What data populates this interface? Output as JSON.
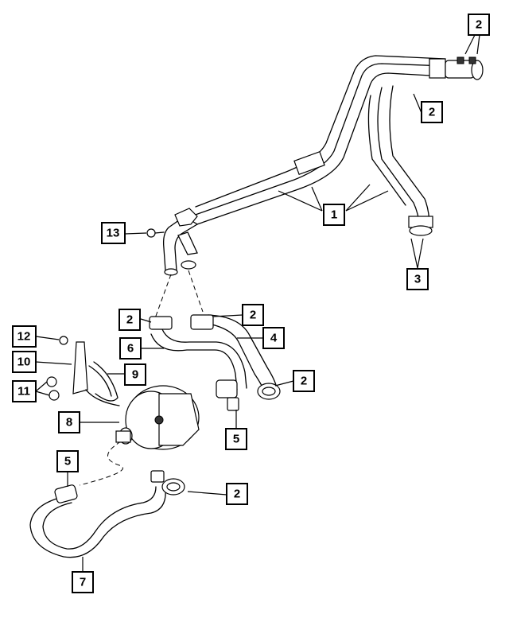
{
  "callouts": [
    {
      "id": "c2a",
      "label": "2"
    },
    {
      "id": "c2b",
      "label": "2"
    },
    {
      "id": "c1",
      "label": "1"
    },
    {
      "id": "c3",
      "label": "3"
    },
    {
      "id": "c13",
      "label": "13"
    },
    {
      "id": "c2c",
      "label": "2"
    },
    {
      "id": "c2d",
      "label": "2"
    },
    {
      "id": "c4",
      "label": "4"
    },
    {
      "id": "c6",
      "label": "6"
    },
    {
      "id": "c12",
      "label": "12"
    },
    {
      "id": "c10",
      "label": "10"
    },
    {
      "id": "c9",
      "label": "9"
    },
    {
      "id": "c2e",
      "label": "2"
    },
    {
      "id": "c11",
      "label": "11"
    },
    {
      "id": "c8",
      "label": "8"
    },
    {
      "id": "c5a",
      "label": "5"
    },
    {
      "id": "c5b",
      "label": "5"
    },
    {
      "id": "c2f",
      "label": "2"
    },
    {
      "id": "c7",
      "label": "7"
    }
  ]
}
